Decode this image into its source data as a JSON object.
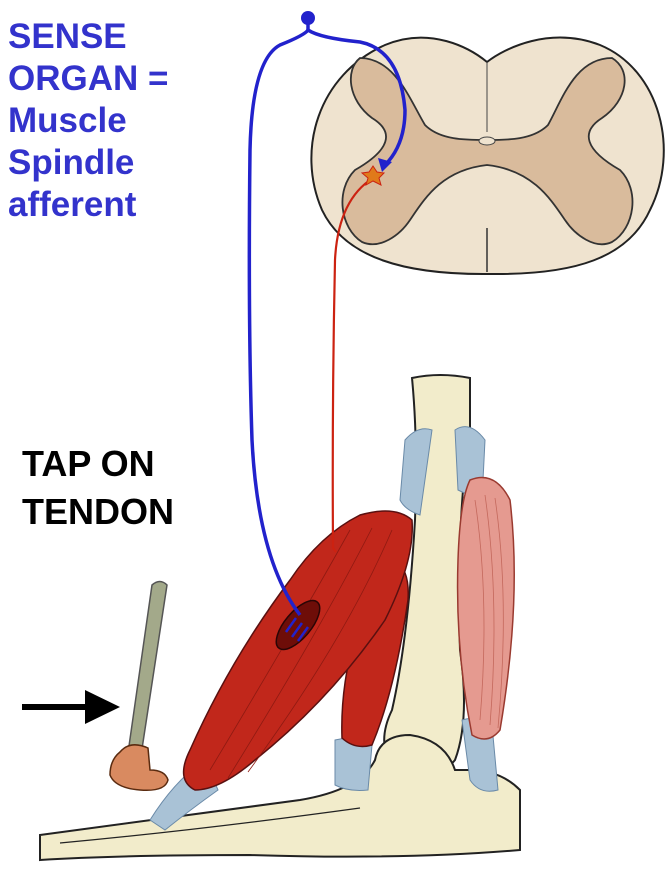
{
  "labels": {
    "sense_organ": [
      "SENSE",
      "ORGAN =",
      "Muscle",
      "Spindle",
      "afferent"
    ],
    "tap": [
      "TAP ON",
      "TENDON"
    ]
  },
  "colors": {
    "afferent": "#2222cc",
    "efferent": "#cc2211",
    "muscle": "#c1271b",
    "muscle_relaxed": "#e59a90",
    "bone": "#f2eccb",
    "tendon": "#a9c2d6",
    "gray_matter": "#d9bb9c",
    "white_matter": "#efe3cf",
    "hammer": "#a3a98a",
    "label_blue": "#3333cc"
  }
}
